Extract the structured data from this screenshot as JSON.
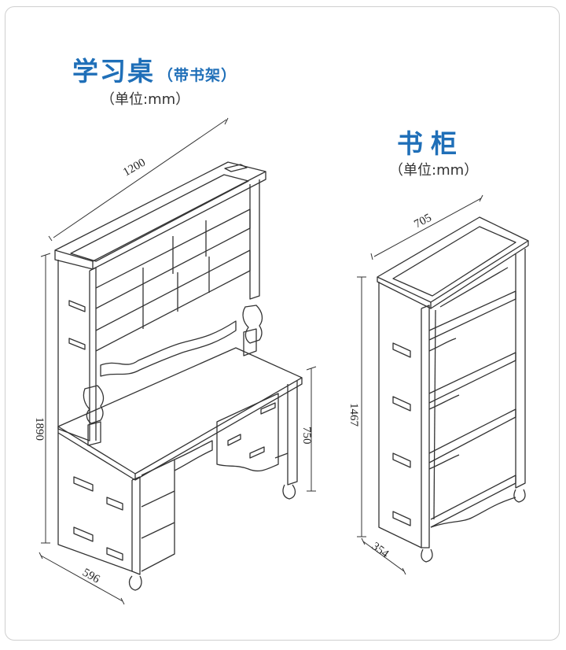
{
  "desk": {
    "title": "学习桌",
    "subtitle": "（带书架）",
    "unit": "（单位:mm）",
    "width": "1200",
    "height": "1890",
    "depth": "596",
    "desk_height": "750"
  },
  "bookshelf": {
    "title": "书柜",
    "unit": "（单位:mm）",
    "width": "705",
    "height": "1467",
    "depth": "354"
  },
  "colors": {
    "title": "#1f6fb8",
    "line": "#333333",
    "frame": "#cfcfcf"
  }
}
